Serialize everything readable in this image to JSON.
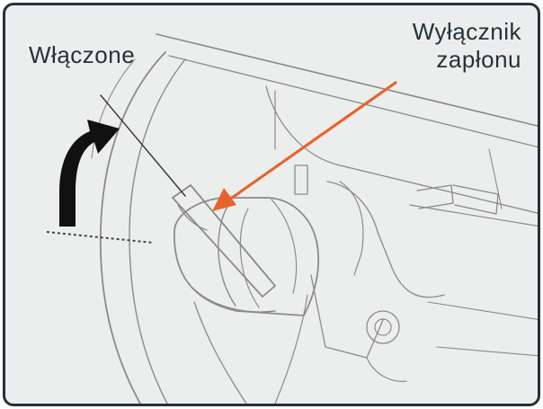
{
  "labels": {
    "on": "Włączone",
    "ignition_switch_line1": "Wyłącznik",
    "ignition_switch_line2": "zapłonu"
  },
  "colors": {
    "frame_border": "#253238",
    "background": "#eceeed",
    "pointer_arrow": "#e8632c",
    "rotation_arrow": "#111111",
    "line_art": "#7c7c7c"
  },
  "icons": {
    "rotation": "curved-arrow-icon",
    "pointer": "arrow-icon"
  }
}
